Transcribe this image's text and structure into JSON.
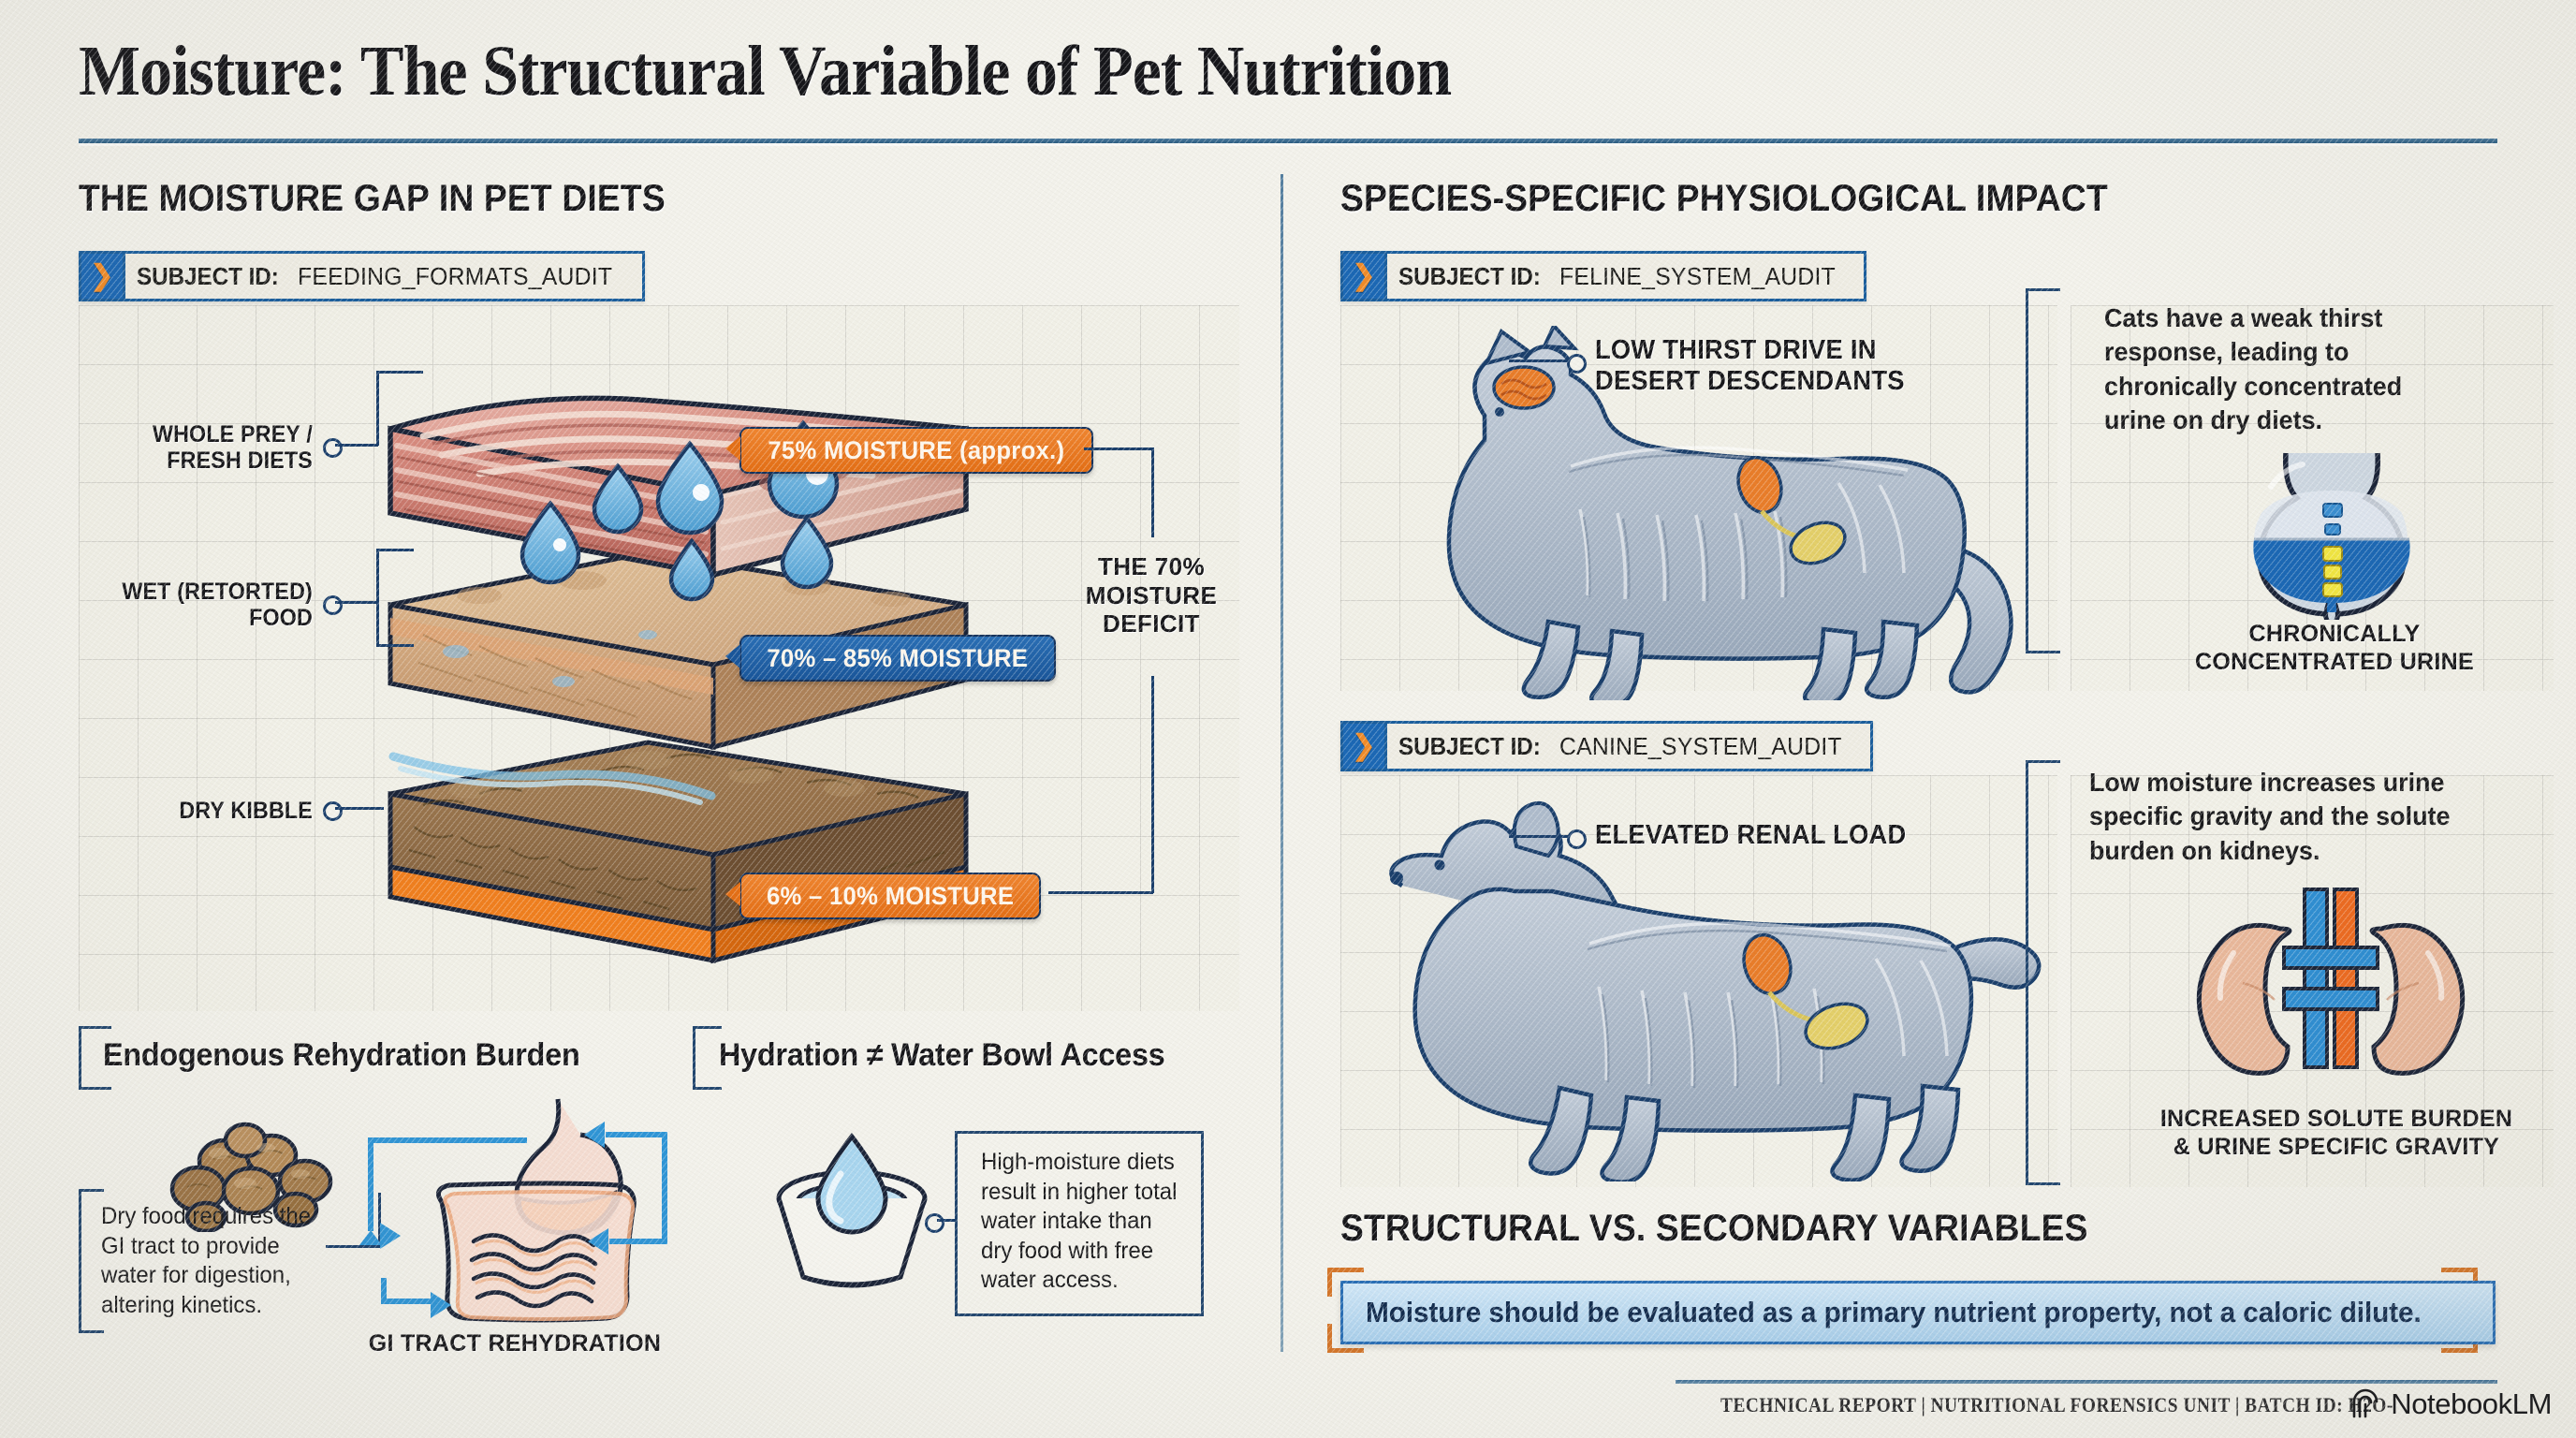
{
  "title": "Moisture: The Structural Variable of Pet Nutrition",
  "left": {
    "section_title": "THE MOISTURE GAP IN PET DIETS",
    "subject": {
      "label": "SUBJECT ID:",
      "value": "FEEDING_FORMATS_AUDIT"
    },
    "stack": [
      {
        "name": "whole-prey",
        "label": "WHOLE PREY /\nFRESH DIETS",
        "badge": "75% MOISTURE (approx.)",
        "badge_color": "#e36f16"
      },
      {
        "name": "wet-food",
        "label": "WET (RETORTED)\nFOOD",
        "badge": "70% – 85% MOISTURE",
        "badge_color": "#1a569a"
      },
      {
        "name": "dry-kibble",
        "label": "DRY KIBBLE",
        "badge": "6% – 10% MOISTURE",
        "badge_color": "#e36f16"
      }
    ],
    "deficit_label": "THE 70%\nMOISTURE\nDEFICIT",
    "sub_left": {
      "heading": "Endogenous Rehydration Burden",
      "note": "Dry food requires the\nGI tract to provide\nwater for digestion,\naltering kinetics.",
      "caption": "GI TRACT REHYDRATION"
    },
    "sub_right": {
      "heading": "Hydration ≠ Water Bowl Access",
      "note": "High-moisture diets\nresult in higher total\nwater intake than\ndry food with free\nwater access."
    }
  },
  "right": {
    "section_title": "SPECIES-SPECIFIC PHYSIOLOGICAL IMPACT",
    "feline": {
      "subject": {
        "label": "SUBJECT ID:",
        "value": "FELINE_SYSTEM_AUDIT"
      },
      "callout": "LOW THIRST DRIVE IN\nDESERT DESCENDANTS",
      "note": "Cats have a weak thirst\nresponse, leading to\nchronically concentrated\nurine on dry diets.",
      "icon_caption": "CHRONICALLY\nCONCENTRATED URINE"
    },
    "canine": {
      "subject": {
        "label": "SUBJECT ID:",
        "value": "CANINE_SYSTEM_AUDIT"
      },
      "callout": "ELEVATED RENAL LOAD",
      "note": "Low moisture increases urine\nspecific gravity and the solute\nburden on kidneys.",
      "icon_caption": "INCREASED SOLUTE BURDEN\n& URINE SPECIFIC GRAVITY"
    },
    "conclusion": {
      "section_title": "STRUCTURAL VS. SECONDARY VARIABLES",
      "banner": "Moisture should be evaluated as a primary nutrient property, not a caloric dilute."
    }
  },
  "footer": {
    "text": "TECHNICAL REPORT | NUTRITIONAL FORENSICS UNIT | BATCH ID: H2O-",
    "watermark": "NotebookLM"
  },
  "colors": {
    "accent_blue": "#1c68b4",
    "accent_orange": "#e36f16",
    "ink": "#1b3f6b",
    "paper": "#f2f1ea"
  }
}
